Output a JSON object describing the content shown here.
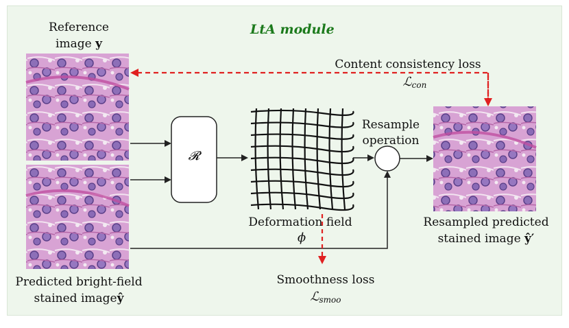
{
  "title": "LtA module",
  "reference": {
    "label_line1": "Reference",
    "label_line2": "image",
    "symbol": "y"
  },
  "predicted": {
    "label_line1": "Predicted bright-field",
    "label_line2": "stained image",
    "symbol": "ŷ"
  },
  "registration_symbol": "𝓡",
  "deformation": {
    "label": "Deformation field",
    "symbol": "ϕ"
  },
  "resample": {
    "label_line1": "Resample",
    "label_line2": "operation"
  },
  "resampled": {
    "label_line1": "Resampled predicted",
    "label_line2": "stained image",
    "symbol": "ŷ′"
  },
  "content_loss": {
    "label": "Content consistency loss",
    "symbol": "ℒ",
    "subscript": "con"
  },
  "smooth_loss": {
    "label": "Smoothness loss",
    "symbol": "ℒ",
    "subscript": "smoo"
  },
  "colors": {
    "background": "#eef6ec",
    "title": "#1c7a1c",
    "loss_arrow": "#e02020",
    "tissue_pink": "#d59ad0",
    "tissue_purple": "#7a5aa6"
  }
}
